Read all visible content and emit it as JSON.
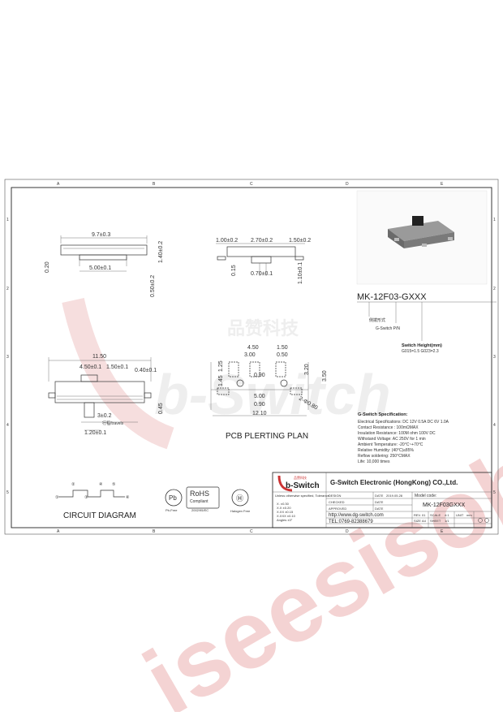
{
  "grid": {
    "cols": [
      "A",
      "B",
      "C",
      "D",
      "E"
    ],
    "rows": [
      "1",
      "2",
      "3",
      "4",
      "5"
    ]
  },
  "side_view": {
    "width": "9.7±0.3",
    "inner": "5.00±0.1",
    "left_h": "0.20",
    "right_h": "1.40±0.2",
    "pin": "0.50±0.2"
  },
  "top_pad_view": {
    "d1": "1.00±0.2",
    "d2": "2.70±0.2",
    "d3": "1.50±0.2",
    "h1": "0.15",
    "h2": "1.10±0.1",
    "d4": "0.70±0.1"
  },
  "front_view": {
    "w": "11.50",
    "a": "4.50±0.1",
    "b": "1.50±0.1",
    "c": "0.40±0.1",
    "d": "3±0.2",
    "e": "0.45",
    "f": "1.20±0.1",
    "note": "行程/travels"
  },
  "pcb": {
    "title": "PCB PLERTING PLAN",
    "d450": "4.50",
    "d300": "3.00",
    "d150": "1.50",
    "d050": "0.50",
    "d090a": "0.90",
    "d500": "5.00",
    "d090b": "0.90",
    "d1210": "12.10",
    "d145": "1.45",
    "d125": "1.25",
    "d320": "3.20",
    "d350": "3.50",
    "dphi": "2-Φ0.80"
  },
  "part_number": "MK-12F03-GXXX",
  "pn_notes": {
    "cn": "侧拨形式",
    "gswitch": "G-Switch P/N",
    "height": "Switch Height(mm)",
    "height_vals": "G015=1.5 G023=2.3"
  },
  "spec": {
    "title": "G-Switch Specification:",
    "lines": [
      "Electrical Specifications: DC 12V 0.5A    DC 6V 1.0A",
      "Contact Resistance : 100mΩMAX",
      "Insulation Resistance: 100M ohm 100V DC",
      "Withstand Voltage: AC 250V for 1 min",
      "Ambient Temperature: -20°C~+70°C",
      "Relative Humidity: (40°C)≤85%",
      "Reflow soldering: 250°CMAX",
      "Life: 10,000 times"
    ]
  },
  "circuit_title": "CIRCUIT DIAGRAM",
  "circuit_pins": [
    "①",
    "②",
    "③",
    "④",
    "⑤",
    "⑥"
  ],
  "badges": {
    "pbfree": "Pb",
    "pbfree_caption": "Pb-Free",
    "rohs": "RoHS",
    "rohs_sub": "Compliant",
    "rohs_caption": "2002/95/EC",
    "halogen_caption": "Halogen Free"
  },
  "title_block": {
    "logo_text": "b-Switch",
    "logo_cn": "品赞科技",
    "company": "G-Switch Electronic (HongKong) CO.,Ltd.",
    "tol_head": "Unless otherwise specified, Tolerance",
    "tolerances": [
      "X. ±0.30",
      "X.X ±0.20",
      "X.XX ±0.15",
      "X.XXX ±0.10",
      "Angles ±3°"
    ],
    "design": "DESIGN",
    "checked": "CHECKED",
    "approved": "APPROVED",
    "date": "DATE",
    "date_val": "2019.05.28",
    "model_label": "Model code:",
    "model": "MK-12F03GXXX",
    "url": "http://www.dg-switch.com",
    "tel": "TEL:0769-82388679",
    "rev": "REV.",
    "rev_val": "01",
    "scale": "SCALE",
    "scale_val": "4:1",
    "unit": "UNIT",
    "unit_val": "mm",
    "size": "SIZE",
    "size_val": "A4",
    "sheet": "SHEET",
    "sheet_val": "1/1"
  },
  "watermarks": {
    "site": "iseesisoba.com",
    "brand": "b-Switch",
    "brand_cn": "品赞科技"
  }
}
